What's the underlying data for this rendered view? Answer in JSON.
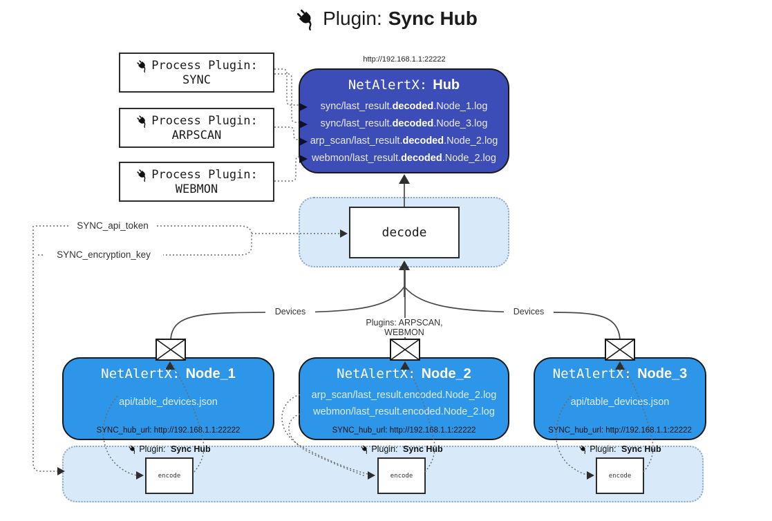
{
  "title": {
    "prefix": "Plugin:",
    "name": "Sync Hub"
  },
  "process_plugins": [
    {
      "label": "Process Plugin:",
      "name": "SYNC"
    },
    {
      "label": "Process Plugin:",
      "name": "ARPSCAN"
    },
    {
      "label": "Process Plugin:",
      "name": "WEBMON"
    }
  ],
  "hub": {
    "url": "http://192.168.1.1:22222",
    "prefix": "NetAlertX:",
    "name": "Hub",
    "logs": [
      {
        "pre": "sync/last_result.",
        "bold": "decoded",
        "post": ".Node_1.log"
      },
      {
        "pre": "sync/last_result.",
        "bold": "decoded",
        "post": ".Node_3.log"
      },
      {
        "pre": "arp_scan/last_result.",
        "bold": "decoded",
        "post": ".Node_2.log"
      },
      {
        "pre": "webmon/last_result.",
        "bold": "decoded",
        "post": ".Node_2.log"
      }
    ]
  },
  "decode_label": "decode",
  "config": {
    "api_token": "SYNC_api_token",
    "encryption_key": "SYNC_encryption_key"
  },
  "edge_labels": {
    "devices_left": "Devices",
    "plugins_middle": "Plugins: ARPSCAN, WEBMON",
    "devices_right": "Devices"
  },
  "nodes": [
    {
      "prefix": "NetAlertX:",
      "name": "Node_1",
      "lines": [
        "api/table_devices.json"
      ],
      "hub_url": "SYNC_hub_url: http://192.168.1.1:22222"
    },
    {
      "prefix": "NetAlertX:",
      "name": "Node_2",
      "lines": [
        "arp_scan/last_result.encoded.Node_2.log",
        "webmon/last_result.encoded.Node_2.log"
      ],
      "hub_url": "SYNC_hub_url: http://192.168.1.1:22222"
    },
    {
      "prefix": "NetAlertX:",
      "name": "Node_3",
      "lines": [
        "api/table_devices.json"
      ],
      "hub_url": "SYNC_hub_url: http://192.168.1.1:22222"
    }
  ],
  "encoders": [
    {
      "prefix": "Plugin:",
      "name": "Sync Hub",
      "label": "encode"
    },
    {
      "prefix": "Plugin:",
      "name": "Sync Hub",
      "label": "encode"
    },
    {
      "prefix": "Plugin:",
      "name": "Sync Hub",
      "label": "encode"
    }
  ],
  "colors": {
    "hub_fill": "#3d4db7",
    "node_fill": "#2e96e8",
    "panel_fill": "#d8e9fa",
    "panel_border": "#8aa7c6"
  }
}
